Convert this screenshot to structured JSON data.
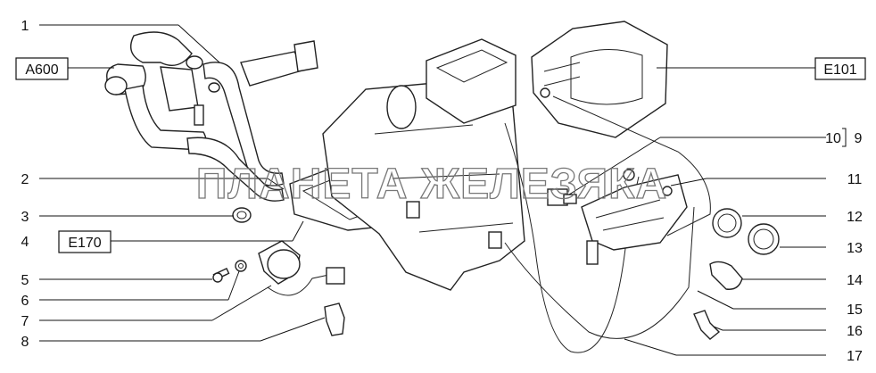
{
  "callouts_left": [
    "1",
    "2",
    "3",
    "4",
    "5",
    "6",
    "7",
    "8"
  ],
  "callouts_right": [
    "10",
    "9",
    "11",
    "12",
    "13",
    "14",
    "15",
    "16",
    "17"
  ],
  "references": {
    "a600": "A600",
    "e170": "E170",
    "e101": "E101"
  },
  "watermark": "ПЛАНЕТА ЖЕЛЕЗЯКА"
}
